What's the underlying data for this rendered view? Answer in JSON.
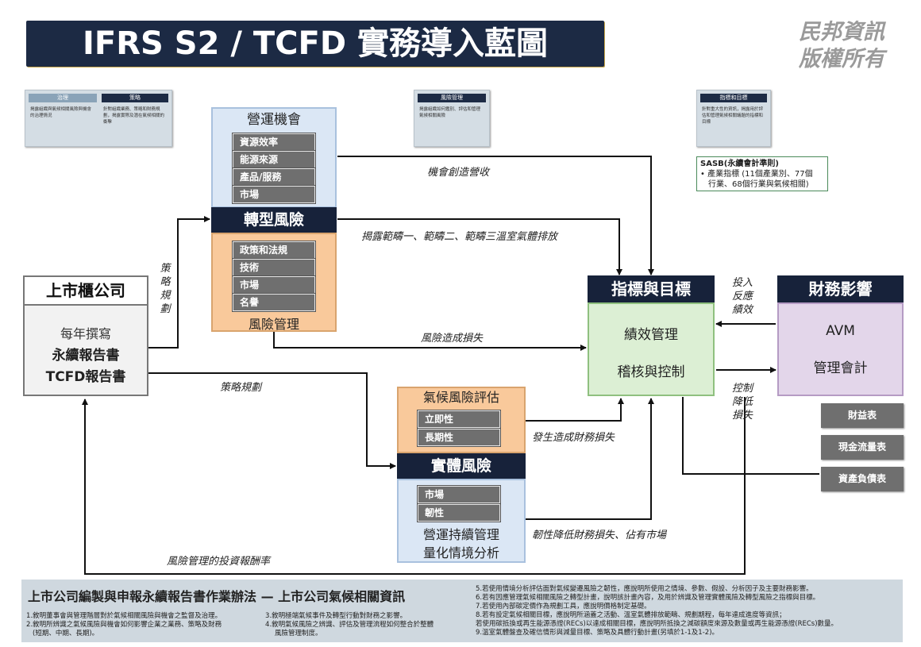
{
  "title": "IFRS S2 / TCFD 實務導入藍圖",
  "copyright": [
    "民邦資訊",
    "版權所有"
  ],
  "mini_cards": {
    "governance_tab": "治理",
    "strategy_tab": "策略",
    "governance_text": "揭露組織與氣候相關風險與機會的治理情況",
    "strategy_text": "針對組織業務、策略和財務規劃，揭露實際及潛在氣候相關的衝擊",
    "risk_tab": "風險管理",
    "risk_text": "揭露組織如何鑑別、評估和管理氣候相關風險",
    "metrics_tab": "指標和目標",
    "metrics_text": "針對重大性的資訊，揭露用於評估和管理氣候相關議題的指標和目標"
  },
  "sasb": {
    "title": "SASB(永續會計準則)",
    "line1": "• 產業指標 (11個產業別、77個",
    "line2": "行業、68個行業與氣候相關)"
  },
  "company": {
    "header": "上市櫃公司",
    "line1": "每年撰寫",
    "line2": "永續報告書",
    "line3": "TCFD報告書"
  },
  "opportunity": {
    "title": "營運機會",
    "items": [
      "資源效率",
      "能源來源",
      "產品/服務",
      "市場"
    ]
  },
  "transition": {
    "header": "轉型風險",
    "items": [
      "政策和法規",
      "技術",
      "市場",
      "名譽"
    ],
    "footer": "風險管理"
  },
  "climate_assessment": {
    "title": "氣候風險評估",
    "items": [
      "立即性",
      "長期性"
    ]
  },
  "physical": {
    "header": "實體風險",
    "items": [
      "市場",
      "韌性"
    ],
    "line1": "營運持續管理",
    "line2": "量化情境分析"
  },
  "metrics": {
    "header": "指標與目標",
    "line1": "績效管理",
    "line2": "稽核與控制"
  },
  "financial": {
    "header": "財務影響",
    "line1": "AVM",
    "line2": "管理會計"
  },
  "statements": [
    "財益表",
    "現金流量表",
    "資產負債表"
  ],
  "labels": {
    "opportunity_revenue": "機會創造營收",
    "disclose_scopes": "揭露範疇一、範疇二、範疇三溫室氣體排放",
    "risk_loss": "風險造成損失",
    "strategy_planning": "策略規劃",
    "strategy_vertical": [
      "策",
      "略",
      "規",
      "劃"
    ],
    "occur_loss": "發生造成財務損失",
    "resilience": "韌性降低財務損失、佔有市場",
    "risk_roi": "風險管理的投資報酬率",
    "invest": [
      "投入",
      "反應",
      "績效"
    ],
    "control": [
      "控制",
      "降低",
      "損失"
    ]
  },
  "footer": {
    "title": "上市公司編製與申報永續報告書作業辦法 — 上市公司氣候相關資訊",
    "col1": [
      "1.敘明董事會與管理階層對於氣候相關風險與機會之監督及治理。",
      "2.敘明所辨識之氣候風險與機會如何影響企業之業務、策略及財務",
      "(短期、中期、長期)。"
    ],
    "col2": [
      "3.敘明極端氣候事件及轉型行動對財務之影響。",
      "4.敘明氣候風險之辨識、評估及管理流程如何整合於整體",
      "風險管理制度。"
    ],
    "col3": [
      "5.若使用情境分析評估面對氣候變遷風險之韌性，應說明所使用之情境、參數、假設、分析因子及主要財務影響。",
      "6.若有因應管理氣候相關風險之轉型計畫，說明該計畫內容，及用於辨識及管理實體風險及轉型風險之指標與目標。",
      "7.若使用內部碳定價作為規劃工具，應說明價格制定基礎。",
      "8.若有設定氣候相關目標，應說明所涵蓋之活動、溫室氣體排放範疇、規劃期程，每年達成進度等資訊；",
      "  若使用碳抵換或再生能源憑證(RECs)以達成相關目標，應說明所抵換之減碳額度來源及數量或再生能源憑證(RECs)數量。",
      "9.溫室氣體盤查及確信情形與減量目標、策略及具體行動計畫(另填於1-1及1-2)。"
    ]
  },
  "colors": {
    "navy": "#17223a",
    "blue_panel": "#dbe7f5",
    "orange_panel": "#f9c99b",
    "green_panel": "#dcefd4",
    "purple_panel": "#e3d6ea",
    "gray_item": "#6f6f6f"
  }
}
